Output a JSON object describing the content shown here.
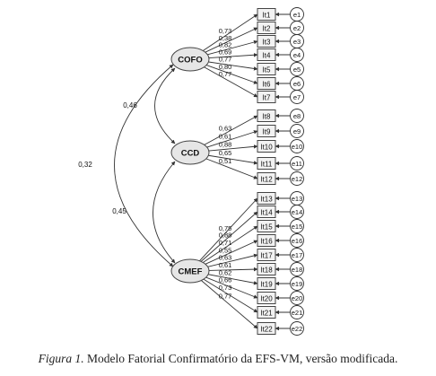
{
  "factors": [
    {
      "id": "COFO",
      "label": "COFO"
    },
    {
      "id": "CCD",
      "label": "CCD"
    },
    {
      "id": "CMEF",
      "label": "CMEF"
    }
  ],
  "items": [
    "It1",
    "It2",
    "It3",
    "It4",
    "It5",
    "It6",
    "It7",
    "It8",
    "It9",
    "It10",
    "It11",
    "It12",
    "It13",
    "It14",
    "It15",
    "It16",
    "It17",
    "It18",
    "It19",
    "It20",
    "It21",
    "It22"
  ],
  "errors": [
    "e1",
    "e2",
    "e3",
    "e4",
    "e5",
    "e6",
    "e7",
    "e8",
    "e9",
    "e10",
    "e11",
    "e12",
    "e13",
    "e14",
    "e15",
    "e16",
    "e17",
    "e18",
    "e19",
    "e20",
    "e21",
    "e22"
  ],
  "loadings": [
    {
      "factor": "COFO",
      "item": "It1",
      "value": "0,73"
    },
    {
      "factor": "COFO",
      "item": "It2",
      "value": "0,38"
    },
    {
      "factor": "COFO",
      "item": "It3",
      "value": "0,82"
    },
    {
      "factor": "COFO",
      "item": "It4",
      "value": "0,69"
    },
    {
      "factor": "COFO",
      "item": "It5",
      "value": "0,77"
    },
    {
      "factor": "COFO",
      "item": "It6",
      "value": "0,80"
    },
    {
      "factor": "COFO",
      "item": "It7",
      "value": "0,77"
    },
    {
      "factor": "CCD",
      "item": "It8",
      "value": "0,63"
    },
    {
      "factor": "CCD",
      "item": "It9",
      "value": "0,61"
    },
    {
      "factor": "CCD",
      "item": "It10",
      "value": "0,88"
    },
    {
      "factor": "CCD",
      "item": "It11",
      "value": "0,65"
    },
    {
      "factor": "CCD",
      "item": "It12",
      "value": "0,51"
    },
    {
      "factor": "CMEF",
      "item": "It13",
      "value": "0,75"
    },
    {
      "factor": "CMEF",
      "item": "It14",
      "value": "0,88"
    },
    {
      "factor": "CMEF",
      "item": "It15",
      "value": "0,71"
    },
    {
      "factor": "CMEF",
      "item": "It16",
      "value": "0,55"
    },
    {
      "factor": "CMEF",
      "item": "It17",
      "value": "0,63"
    },
    {
      "factor": "CMEF",
      "item": "It18",
      "value": "0,61"
    },
    {
      "factor": "CMEF",
      "item": "It19",
      "value": "0,62"
    },
    {
      "factor": "CMEF",
      "item": "It20",
      "value": "0,66"
    },
    {
      "factor": "CMEF",
      "item": "It21",
      "value": "0,73"
    },
    {
      "factor": "CMEF",
      "item": "It22",
      "value": "0,77"
    }
  ],
  "correlations": [
    {
      "from": "COFO",
      "to": "CCD",
      "value": "0,46"
    },
    {
      "from": "CCD",
      "to": "CMEF",
      "value": "0,45"
    },
    {
      "from": "COFO",
      "to": "CMEF",
      "value": "0,32"
    }
  ],
  "caption": {
    "figure_label": "Figura 1.",
    "text": " Modelo Fatorial Confirmatório da EFS-VM, versão modificada."
  }
}
